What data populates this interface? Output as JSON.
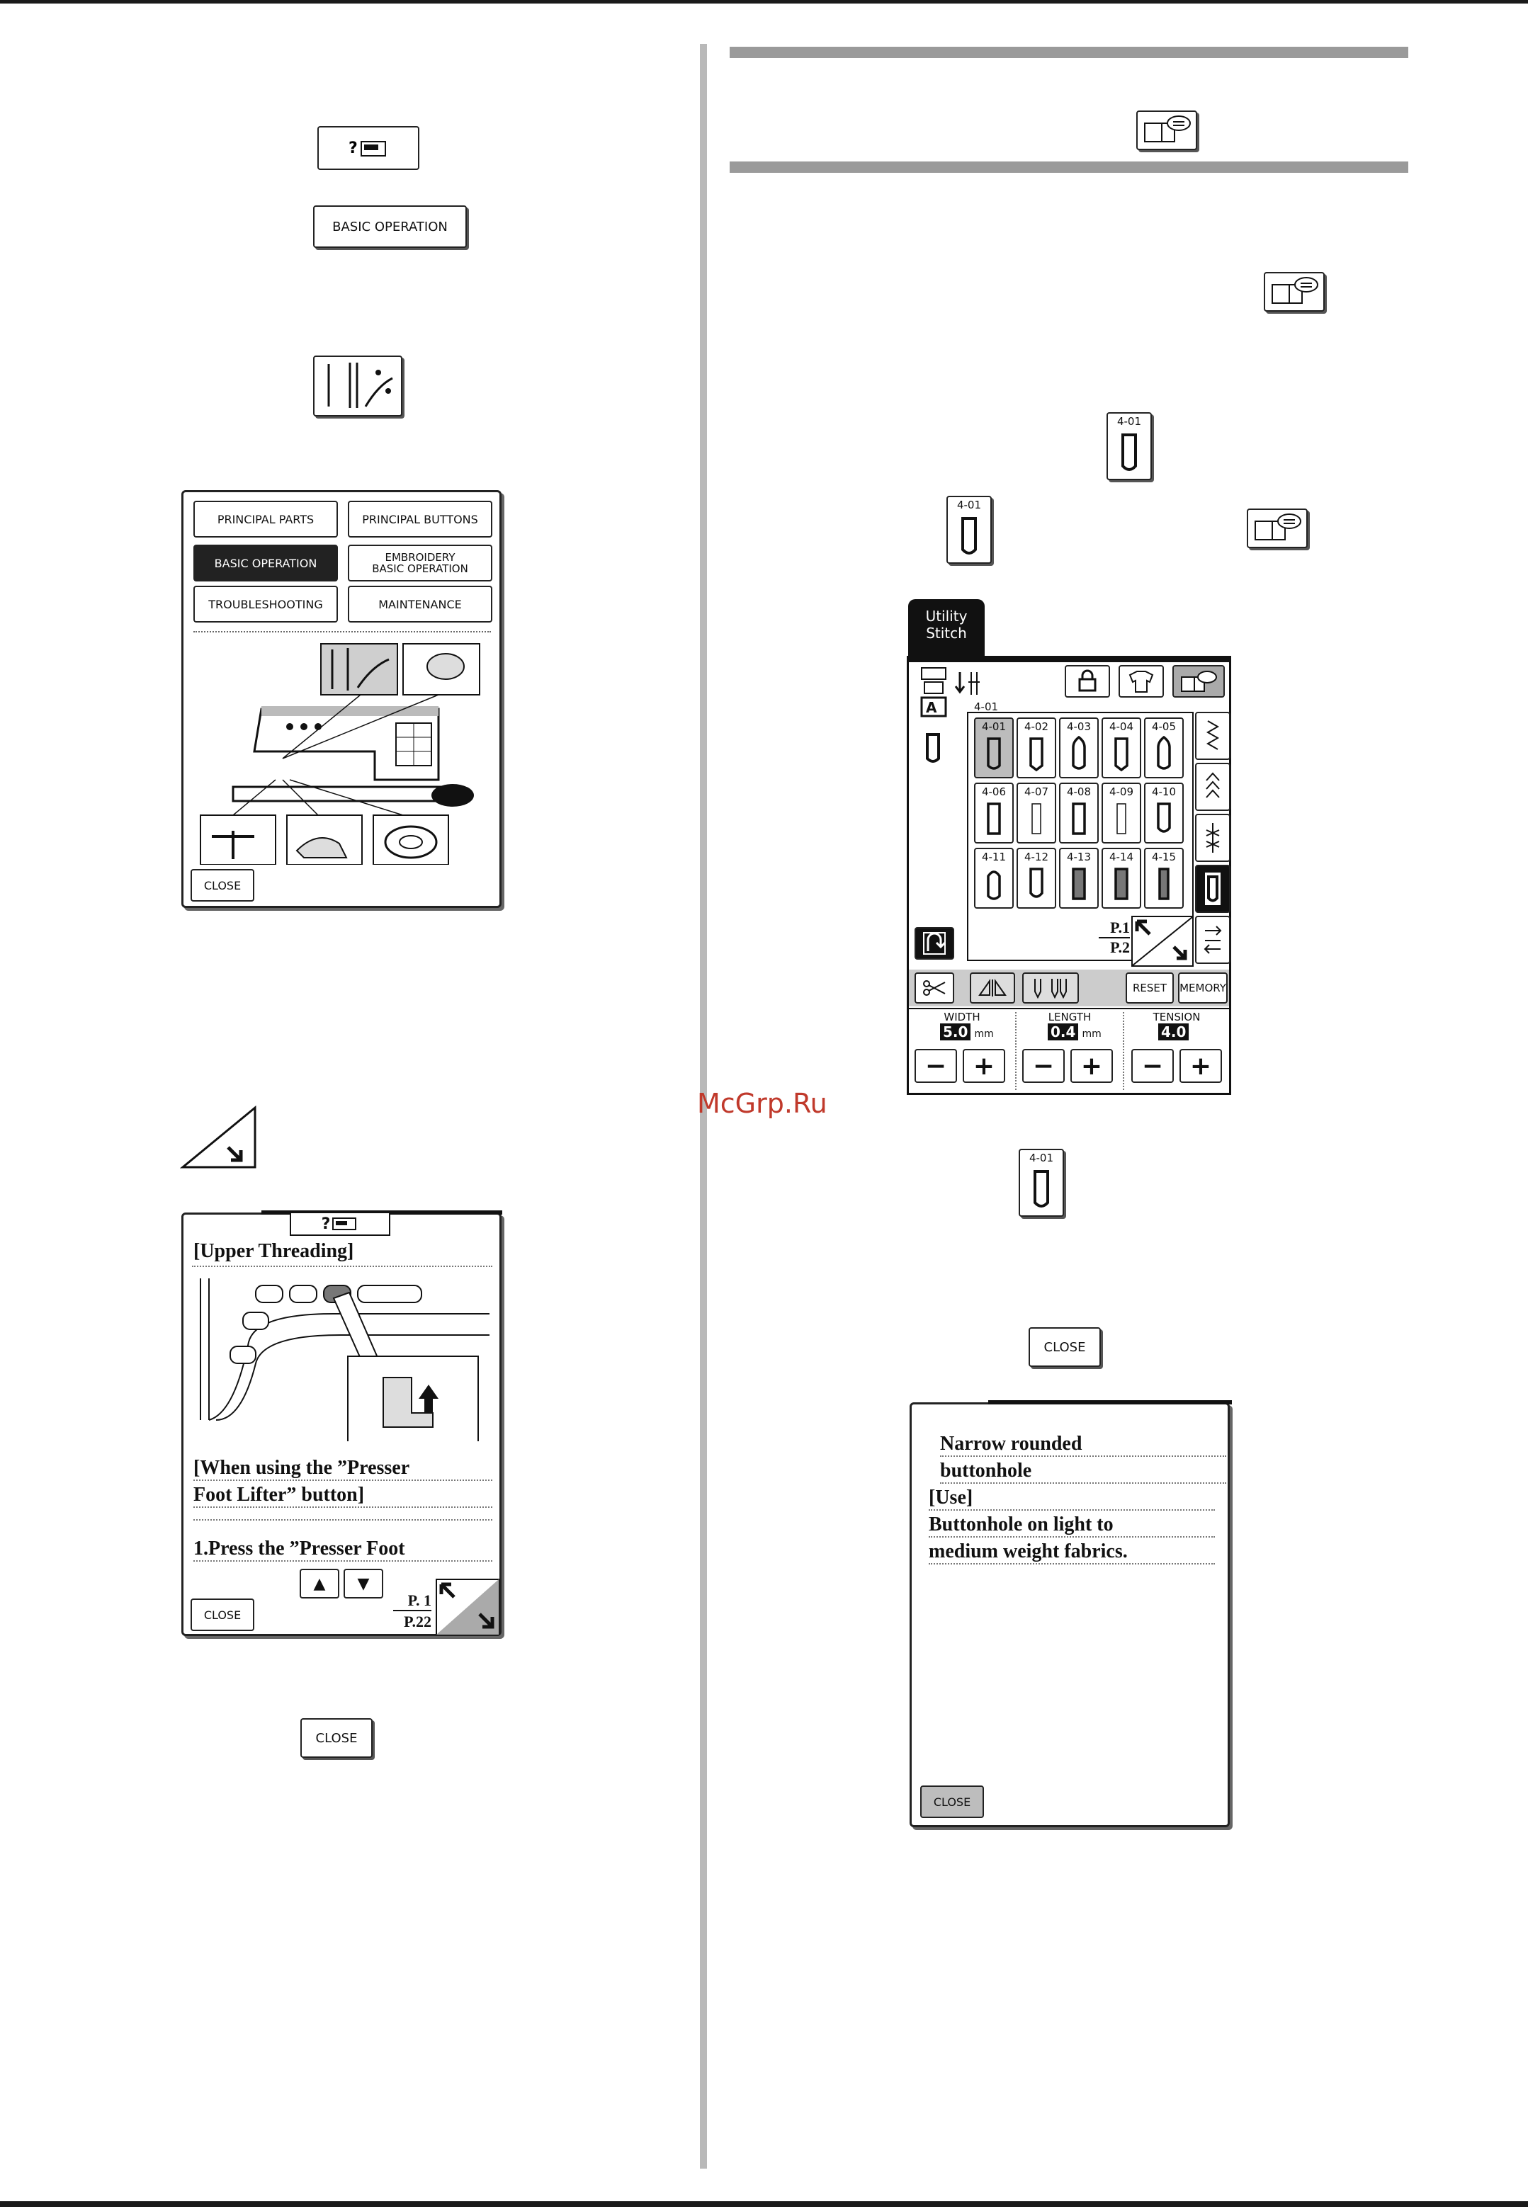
{
  "watermark": "McGrp.Ru",
  "buttons": {
    "basic_operation": "BASIC OPERATION",
    "close": "CLOSE"
  },
  "help_menu": {
    "items": [
      "PRINCIPAL PARTS",
      "PRINCIPAL BUTTONS",
      "BASIC OPERATION",
      "EMBROIDERY BASIC OPERATION",
      "TROUBLESHOOTING",
      "MAINTENANCE"
    ],
    "close": "CLOSE"
  },
  "threading_screen": {
    "title": "[Upper Threading]",
    "line1": "[When using the ”Presser",
    "line2": "Foot Lifter” button]",
    "line3": "1.Press the ”Presser Foot",
    "close": "CLOSE",
    "page_current": "P. 1",
    "page_total": "P.22"
  },
  "stitch_code": "4-01",
  "utility_screen": {
    "tab_line1": "Utility",
    "tab_line2": "Stitch",
    "foot_letter": "A",
    "group_label": "4-01",
    "stitches": [
      "4-01",
      "4-02",
      "4-03",
      "4-04",
      "4-05",
      "4-06",
      "4-07",
      "4-08",
      "4-09",
      "4-10",
      "4-11",
      "4-12",
      "4-13",
      "4-14",
      "4-15"
    ],
    "page_current": "P.1",
    "page_total": "P.2",
    "reset": "RESET",
    "memory": "MEMORY",
    "width_label": "WIDTH",
    "width_value": "5.0",
    "length_label": "LENGTH",
    "length_value": "0.4",
    "tension_label": "TENSION",
    "tension_value": "4.0",
    "unit": "mm"
  },
  "info_screen": {
    "lines": [
      "Narrow rounded",
      "buttonhole",
      "[Use]",
      "Buttonhole on light to",
      "medium weight fabrics."
    ],
    "close": "CLOSE"
  }
}
